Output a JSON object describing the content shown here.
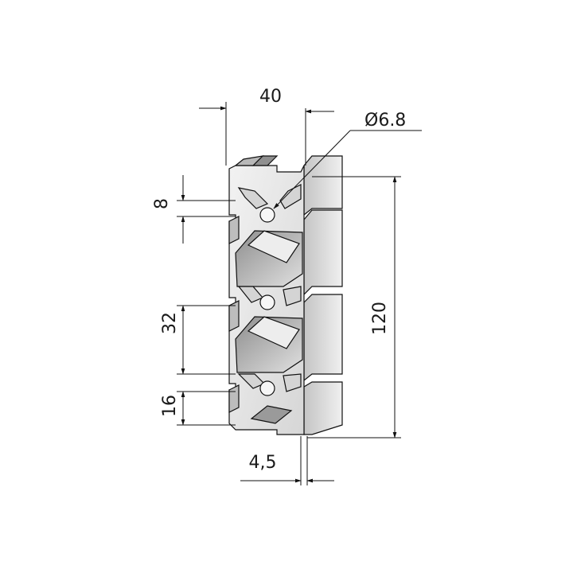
{
  "drawing": {
    "subject": "extrusion-profile",
    "dimensions": {
      "width": "40",
      "hole_diameter": "Ø6.8",
      "slot_width": "8",
      "pitch": "32",
      "edge_offset": "16",
      "length": "120",
      "wall_thickness": "4,5"
    }
  },
  "colors": {
    "face_light": "#e8e8e8",
    "face_mid": "#cfcfcf",
    "face_dark": "#9c9c9c",
    "line": "#111111"
  }
}
